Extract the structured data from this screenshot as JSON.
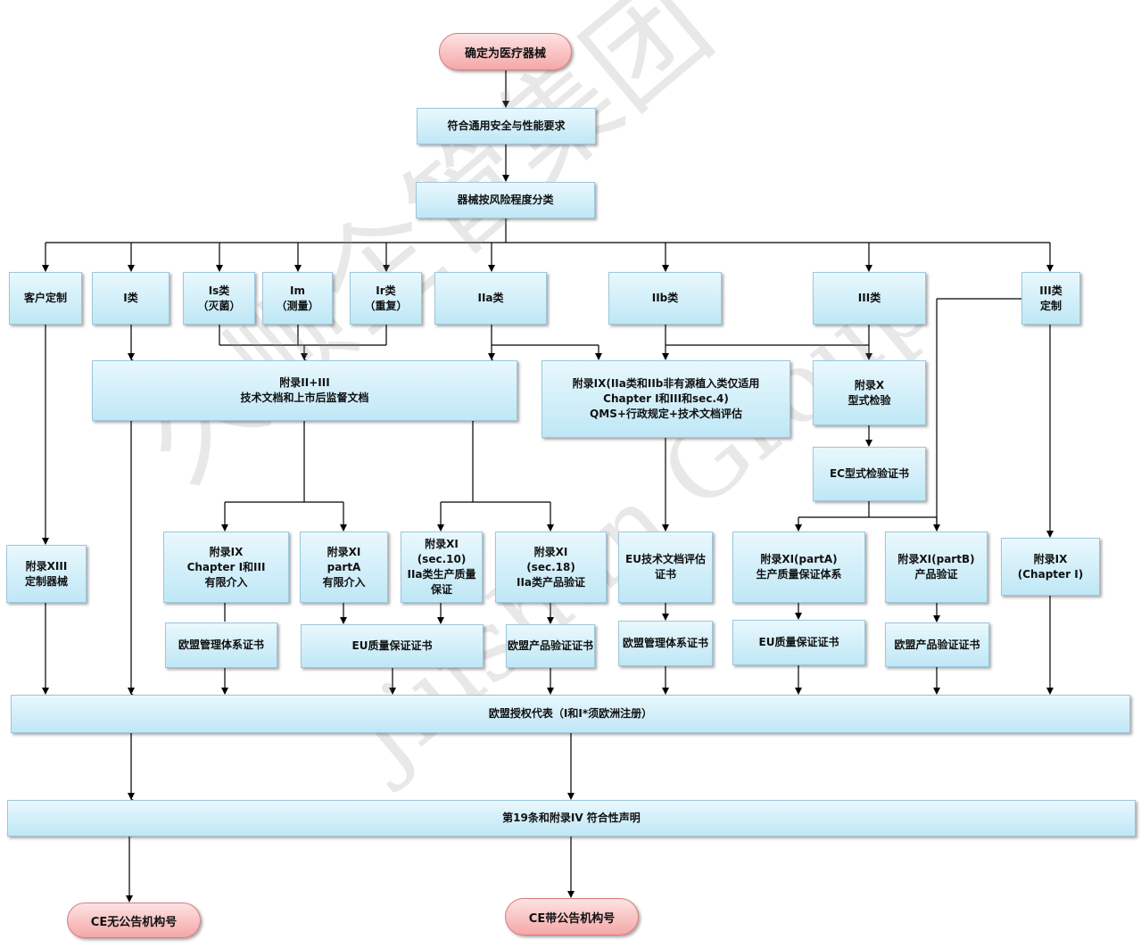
{
  "start": "确定为医疗器械",
  "gspr": "符合通用安全与性能要求",
  "classify": "器械按风险程度分类",
  "classes": {
    "custom": "客户定制",
    "c1": "I类",
    "is": "Is类\n（灭菌）",
    "im": "Im\n（测量）",
    "ir": "Ir类\n（重复）",
    "c2a": "IIa类",
    "c2b": "IIb类",
    "c3": "III类",
    "c3custom": "III类\n定制"
  },
  "annexes": {
    "a2_3": "附录II+III\n技术文档和上市后监督文档",
    "a9_main": "附录IX(IIa类和IIb非有源植入类仅适用\nChapter I和III和sec.4)\nQMS+行政规定+技术文档评估",
    "a10": "附录X\n型式检验",
    "ec_type": "EC型式检验证书",
    "a13": "附录XIII\n定制器械",
    "a9_ch": "附录IX\nChapter I和III\n有限介入",
    "a11_parta": "附录XI\npartA\n有限介入",
    "a11_s10": "附录XI\n(sec.10)\nIIa类生产质量\n保证",
    "a11_s18": "附录XI\n(sec.18)\nIIa类产品验证",
    "eu_tech_cert": "EU技术文档评估\n证书",
    "a11_pa": "附录XI(partA)\n生产质量保证体系",
    "a11_pb": "附录XI(partB)\n产品验证",
    "a9_ch1": "附录IX\n(Chapter I)"
  },
  "certs": {
    "eu_ms_1": "欧盟管理体系证书",
    "eu_qa_1": "EU质量保证证书",
    "eu_prod_1": "欧盟产品验证证书",
    "eu_ms_2": "欧盟管理体系证书",
    "eu_qa_2": "EU质量保证证书",
    "eu_prod_2": "欧盟产品验证证书"
  },
  "eu_rep": "欧盟授权代表（I和I*须欧洲注册）",
  "declaration": "第19条和附录IV 符合性声明",
  "ce_no_nb": "CE无公告机构号",
  "ce_nb": "CE带公告机构号",
  "watermark": {
    "cn": "久顺企管集团",
    "en": "Jiushun Group"
  }
}
